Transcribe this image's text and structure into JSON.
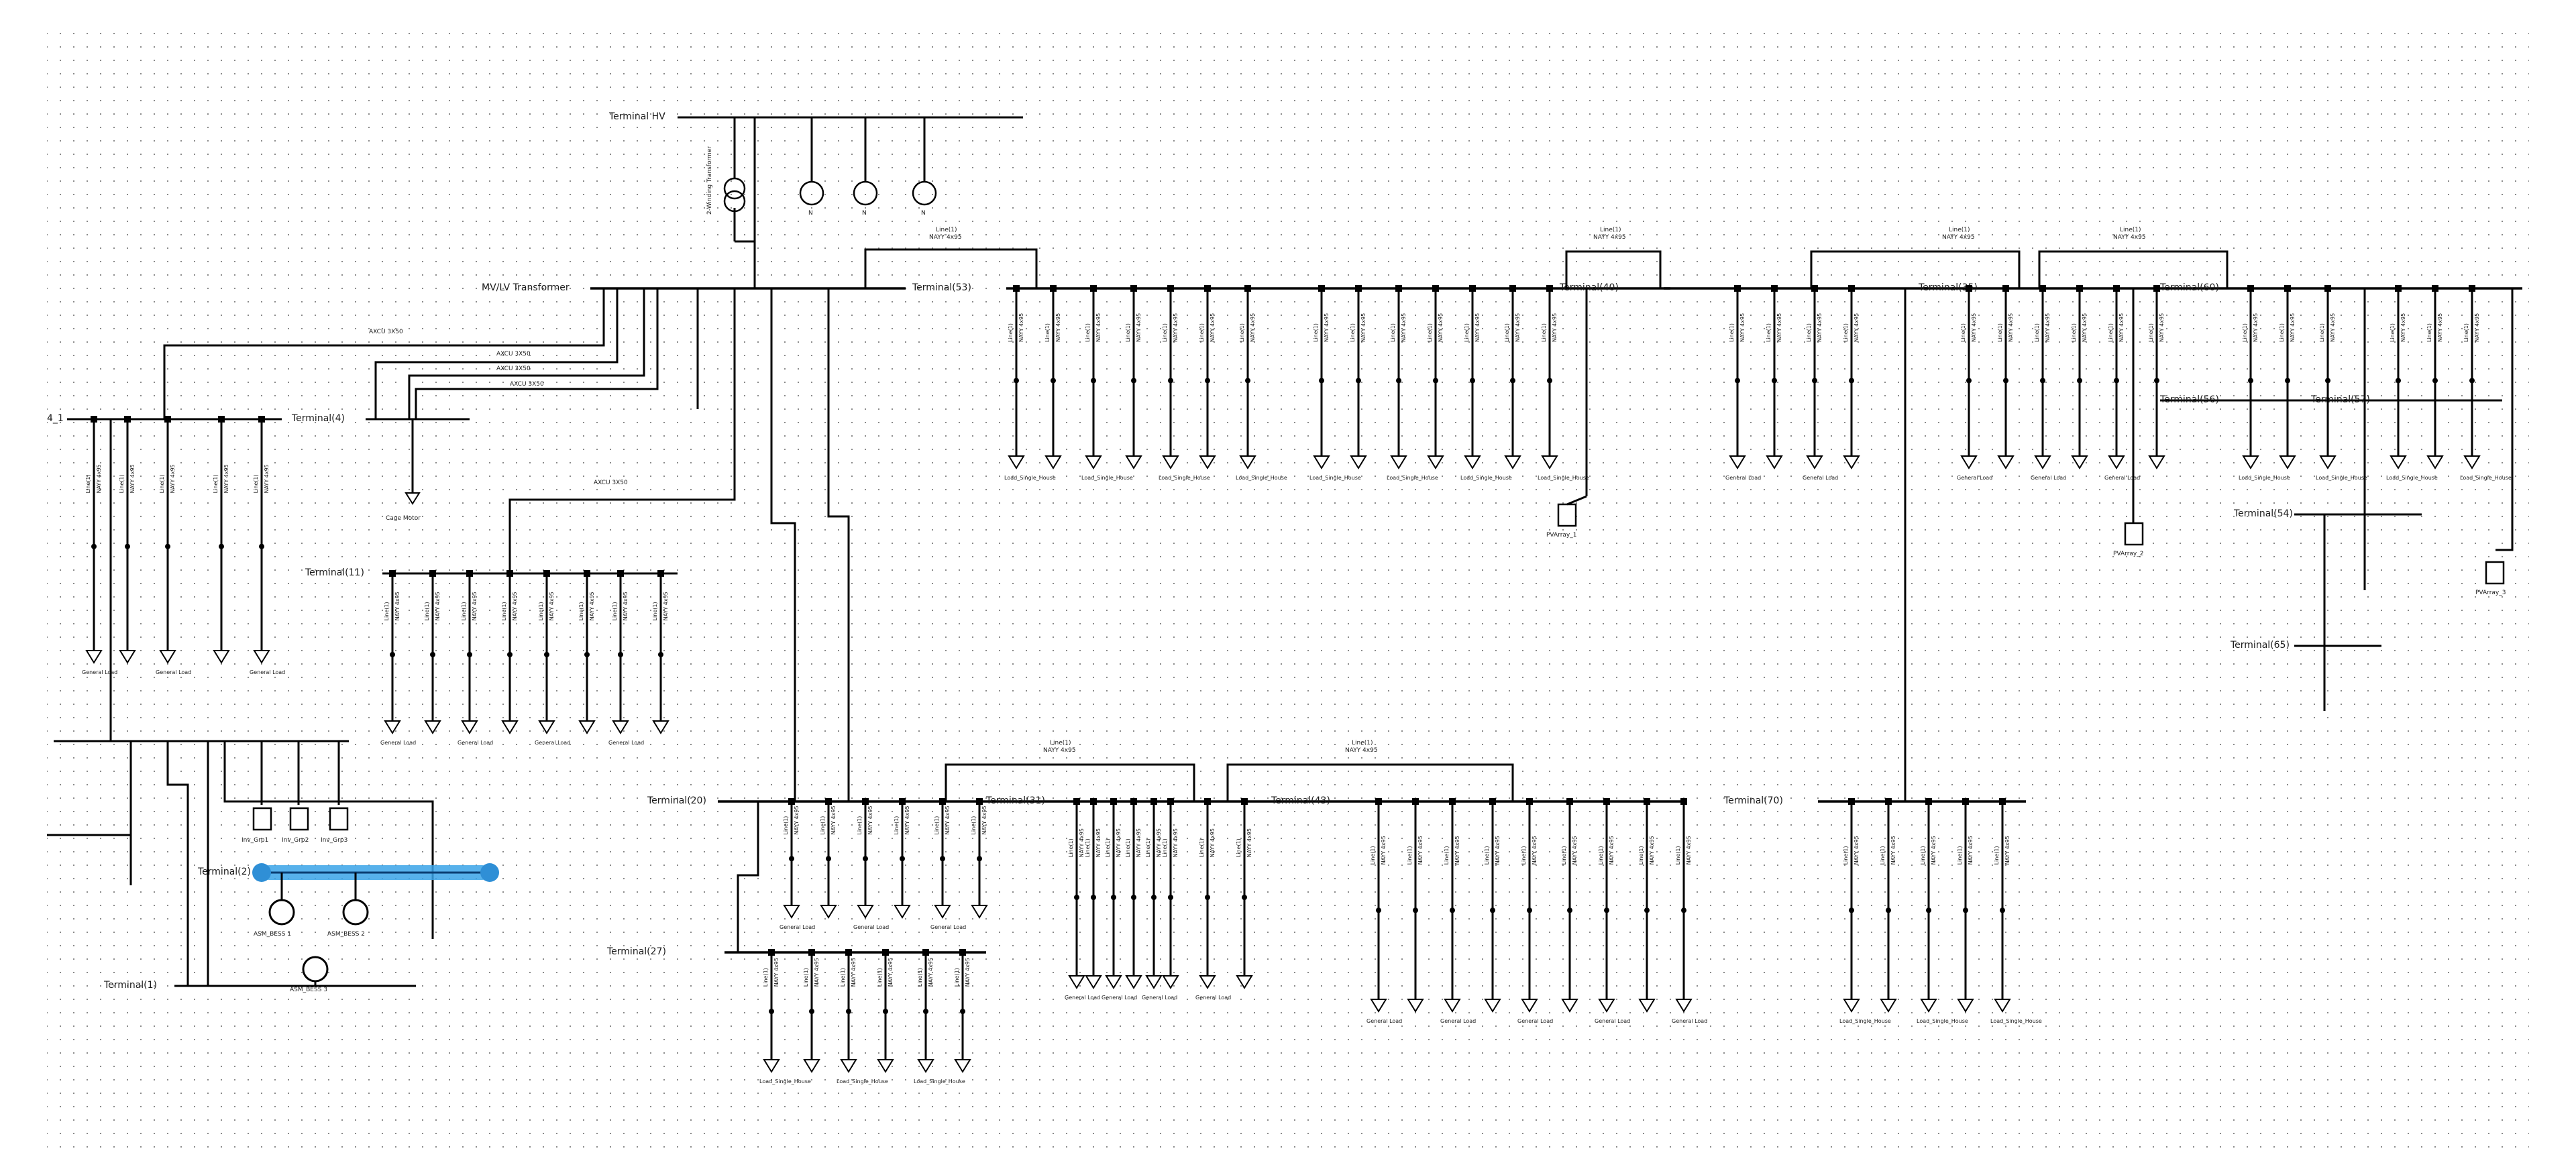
{
  "colors": {
    "line": "#000000",
    "selection": "#3aa3e8",
    "grid": "#7a7a7a",
    "background": "#ffffff"
  },
  "terminals": {
    "hv": "Terminal HV",
    "mv": "MV/LV Transformer",
    "t_a": "Terminal(4)",
    "t_b": "Terminal(11)",
    "t_c": "Terminal(53)",
    "t_d": "Terminal(40)",
    "t_e": "Terminal(35)",
    "t_f": "Terminal(65)",
    "t_g": "Terminal(56)",
    "t_h": "Terminal(57)",
    "t_i": "Terminal(54)",
    "t_j": "Terminal(60)",
    "t_k": "Terminal(20)",
    "t_l": "Terminal(31)",
    "t_m": "Terminal(43)",
    "t_n": "Terminal(70)",
    "t_o": "Terminal(27)",
    "t_p": "Terminal(1)",
    "t_q": "Terminal(2)",
    "left_stub": "4_1"
  },
  "sources": {
    "s1": "N",
    "s2": "N",
    "s3": "N",
    "trafo": "2-Winding Transformer"
  },
  "labels": {
    "line_gen": "Line(1)",
    "line_type": "NAYY 4x95",
    "cable_type": "AXCU 3X50",
    "load_general": "General Load",
    "load_house": "Load_Single_House",
    "load_general2": "Cage Motor",
    "pv1": "PVArray_1",
    "pv2": "PVArray_2",
    "pv3": "PVArray_3",
    "inv1": "Inv_Grp1",
    "inv2": "Inv_Grp2",
    "inv3": "Inv_Grp3",
    "batt1": "ASM_BESS 1",
    "batt2": "ASM_BESS 2",
    "batt3": "ASM_BESS 3"
  }
}
